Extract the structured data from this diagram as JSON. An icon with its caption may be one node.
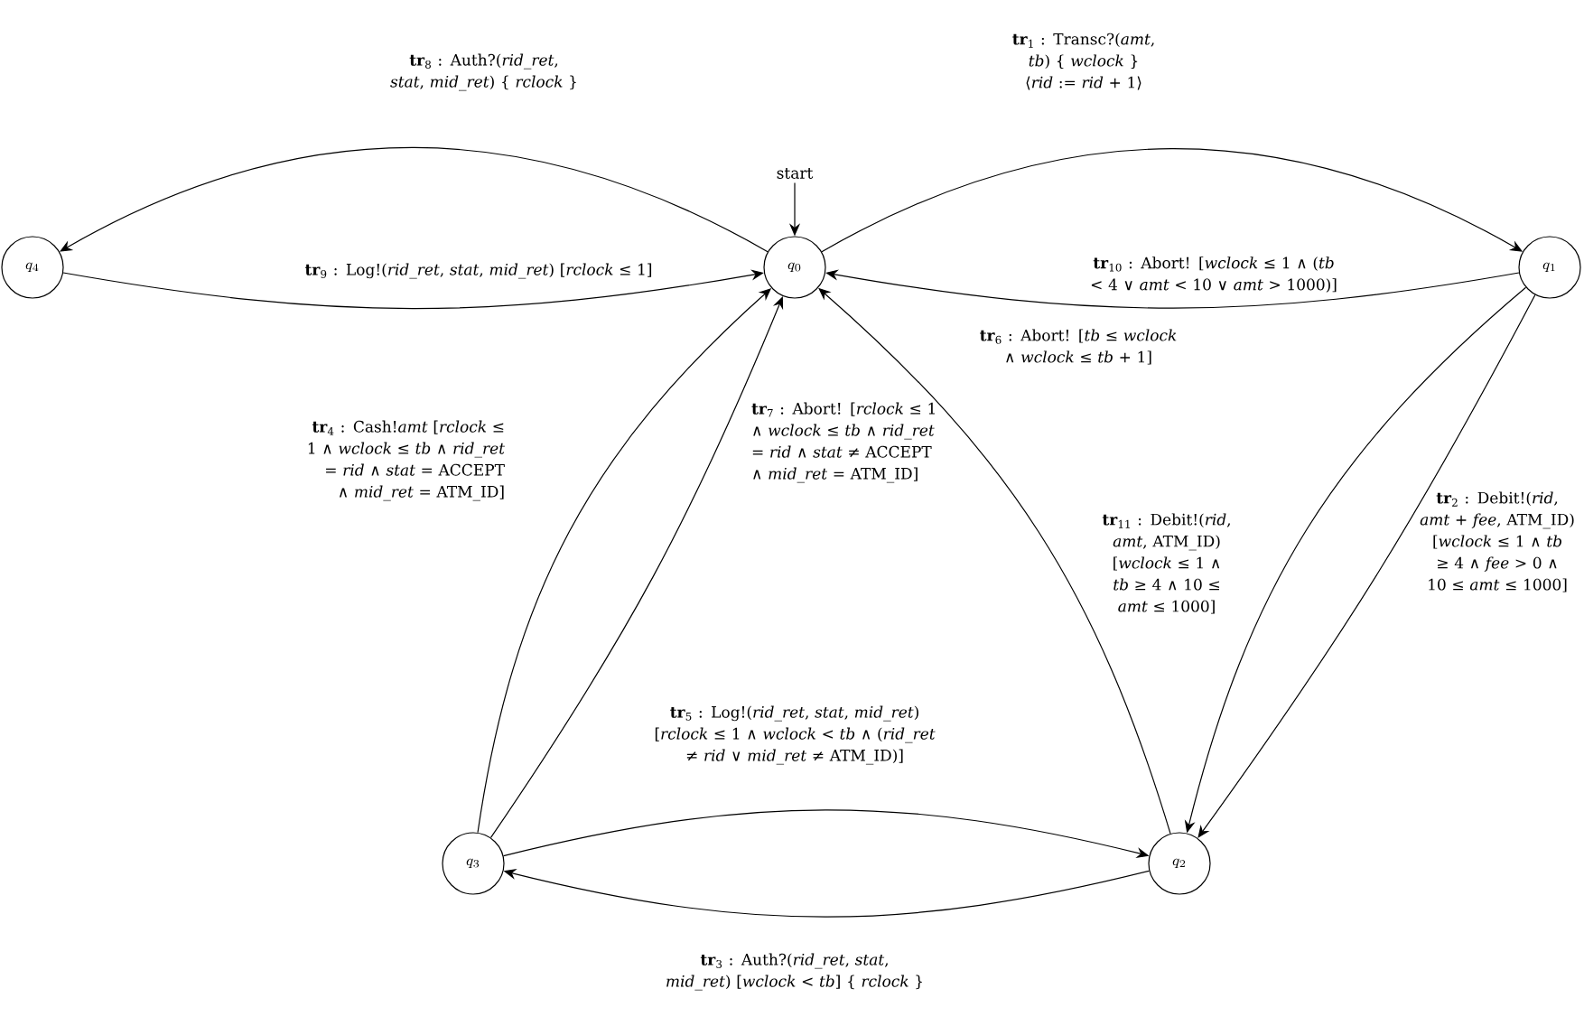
{
  "diagram": {
    "nodes": [
      {
        "text": [
          "q_4"
        ]
      },
      {
        "text": [
          "start"
        ]
      },
      {
        "text": [
          "q_0"
        ]
      },
      {
        "text": [
          "q_1"
        ]
      },
      {
        "text": [
          "q_3"
        ]
      },
      {
        "text": [
          "q_2"
        ]
      }
    ],
    "edges": [
      {
        "from": 1,
        "to": 2,
        "arrow": "to"
      },
      {
        "from": 2,
        "to": 3,
        "arrow": "to",
        "label": "**tr**$_{1}$ : Transc?(*amt*, *tb*) { *wclock* } ⟨*rid* := *rid* + 1⟩"
      },
      {
        "from": 3,
        "to": 5,
        "arrow": "to",
        "label": "**tr**$_{2}$ : Debit!(*rid*, *amt* + *fee*, ATM_ID) [*wclock* ≤ 1 ∧ *tb* ≥ 4 ∧ *fee* > 0 ∧ 10 ≤ *amt* ≤ 1000]"
      },
      {
        "from": 5,
        "to": 4,
        "arrow": "to",
        "label": "**tr**$_{3}$ : Auth?(*rid_ret*, *stat*, *mid_ret*) [*wclock* < *tb*] { *rclock* }"
      },
      {
        "from": 4,
        "to": 2,
        "arrow": "to",
        "label": "**tr**$_{4}$ : Cash!*amt* [*rclock* ≤ 1 ∧ *wclock* ≤ *tb* ∧ *rid_ret* = *rid* ∧ *stat* = ACCEPT ∧ *mid_ret* = ATM_ID]"
      },
      {
        "from": 4,
        "to": 5,
        "arrow": "to",
        "label": "**tr**$_{5}$ : Log!(*rid_ret*, *stat*, *mid_ret*) [*rclock* ≤ 1 ∧ *wclock* < *tb* ∧ (*rid_ret* ≠ *rid* ∨ *mid_ret* ≠ ATM_ID)]"
      },
      {
        "from": 5,
        "to": 2,
        "arrow": "to",
        "label": "**tr**$_{6}$ : Abort! [*tb* ≤ *wclock* ∧ *wclock* ≤ *tb* + 1]"
      },
      {
        "from": 4,
        "to": 2,
        "arrow": "to",
        "label": "**tr**$_{7}$ : Abort! [*rclock* ≤ 1 ∧ *wclock* ≤ *tb* ∧ *rid_ret* = *rid* ∧ *stat* ≠ ACCEPT ∧ *mid_ret* = ATM_ID]"
      },
      {
        "from": 2,
        "to": 0,
        "arrow": "to",
        "label": "**tr**$_{8}$ : Auth?(*rid_ret*, *stat*, *mid_ret*) { *rclock* }"
      },
      {
        "from": 0,
        "to": 2,
        "arrow": "to",
        "label": "**tr**$_{9}$ : Log!(*rid_ret*, *stat*, *mid_ret*) [*rclock* ≤ 1]"
      },
      {
        "from": 3,
        "to": 2,
        "arrow": "to",
        "label": "**tr**$_{10}$ : Abort! [*wclock* ≤ 1 ∧ (*tb* < 4 ∨ *amt* < 10 ∨ *amt* > 1000)]"
      },
      {
        "from": 3,
        "to": 5,
        "arrow": "to",
        "label": "**tr**$_{11}$ : Debit!(*rid*, *amt*, ATM_ID) [*wclock* ≤ 1 ∧ *tb* ≥ 4 ∧ 10 ≤ *amt* ≤ 1000]"
      }
    ]
  }
}
